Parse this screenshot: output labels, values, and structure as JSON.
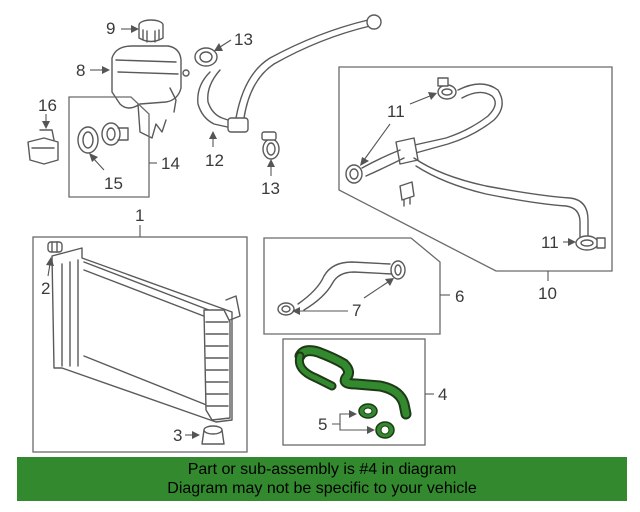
{
  "callouts": {
    "n1": "1",
    "n2": "2",
    "n3": "3",
    "n4": "4",
    "n5": "5",
    "n6": "6",
    "n7": "7",
    "n8": "8",
    "n9": "9",
    "n10": "10",
    "n11a": "11",
    "n11b": "11",
    "n12": "12",
    "n13a": "13",
    "n13b": "13",
    "n14": "14",
    "n15": "15",
    "n16": "16"
  },
  "highlight": {
    "part_color": "#338a2e"
  },
  "banner": {
    "line1": "Part or sub-assembly is #4 in diagram",
    "line2": "Diagram may not be specific to your vehicle",
    "background": "#338a2e"
  }
}
